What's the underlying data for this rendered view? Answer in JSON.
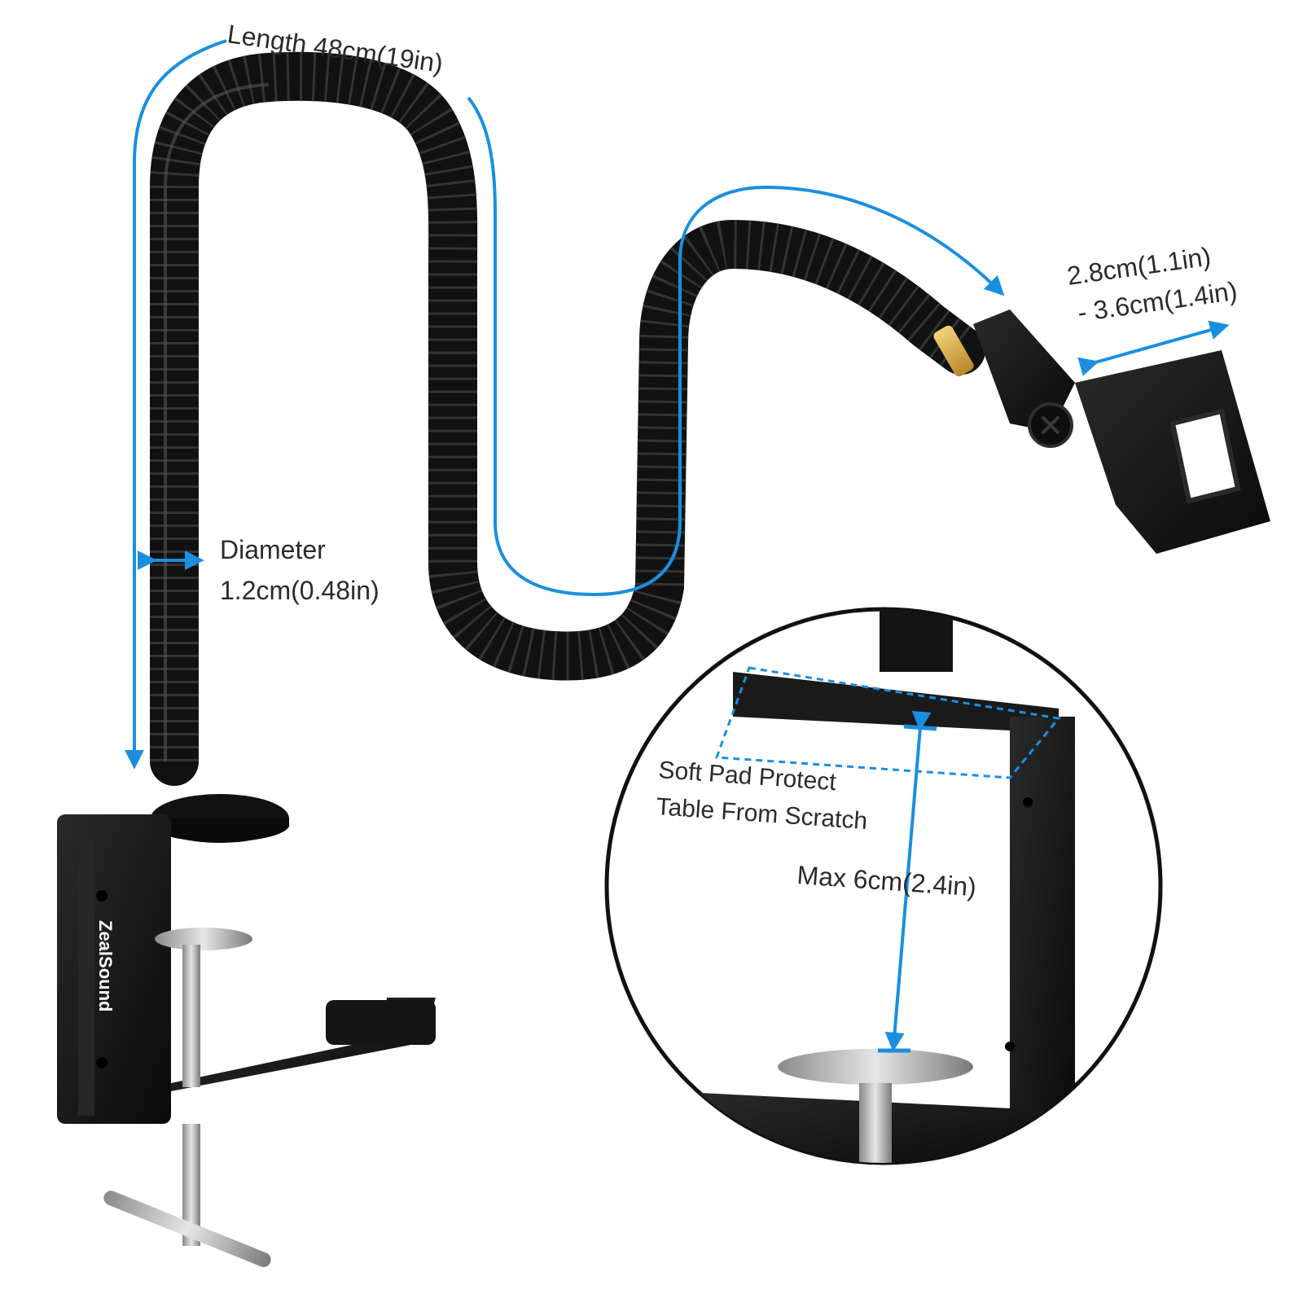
{
  "annotations": {
    "length": "Length 48cm(19in)",
    "diameter_title": "Diameter",
    "diameter_value": "1.2cm(0.48in)",
    "clip_size_line1": "2.8cm(1.1in)",
    "clip_size_line2": "- 3.6cm(1.4in)",
    "soft_pad_line1": "Soft Pad Protect",
    "soft_pad_line2": "Table From Scratch",
    "max_opening": "Max 6cm(2.4in)"
  },
  "brand": "ZealSound",
  "colors": {
    "dimension_line": "#1a8fe0",
    "product": "#141414",
    "background": "#ffffff"
  },
  "icons": [
    "arrow-down-icon",
    "arrow-right-icon",
    "double-arrow-icon",
    "screw-icon"
  ]
}
